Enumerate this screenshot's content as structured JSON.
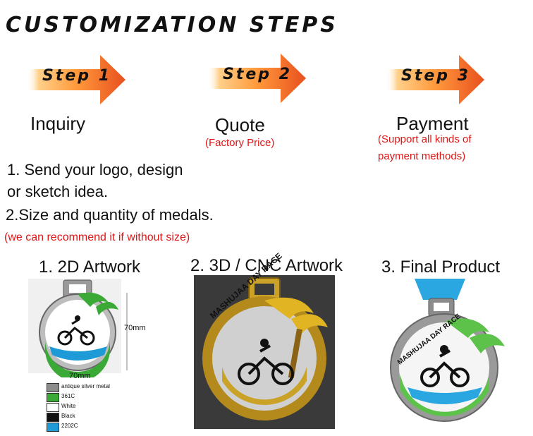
{
  "title": "CUSTOMIZATION STEPS",
  "steps": [
    {
      "label": "Step 1",
      "name": "Inquiry",
      "note": ""
    },
    {
      "label": "Step 2",
      "name": "Quote",
      "note": "(Factory Price)"
    },
    {
      "label": "Step 3",
      "name": "Payment",
      "note_line1": "(Support all kinds of",
      "note_line2": "payment methods)"
    }
  ],
  "inquiry": {
    "line1": "1. Send your logo, design",
    "line2": "or sketch idea.",
    "line3": "2.Size and quantity of medals.",
    "note": "(we can recommend it if without size)"
  },
  "sections": {
    "artwork2d": "1. 2D Artwork",
    "artwork3d": "2. 3D / CNC Artwork",
    "final": "3. Final Product"
  },
  "medal": {
    "text": "MASHUJAA DAY RACE",
    "width_label": "70mm",
    "height_label": "70mm",
    "legend": [
      {
        "label": "antique silver metal",
        "color": "#8c8c8c"
      },
      {
        "label": "361C",
        "color": "#3aa935"
      },
      {
        "label": "White",
        "color": "#ffffff"
      },
      {
        "label": "Black",
        "color": "#111111"
      },
      {
        "label": "2202C",
        "color": "#1e9ad6"
      }
    ]
  },
  "colors": {
    "arrow_start": "#ffb347",
    "arrow_end": "#e8501e",
    "note_red": "#e01515"
  }
}
